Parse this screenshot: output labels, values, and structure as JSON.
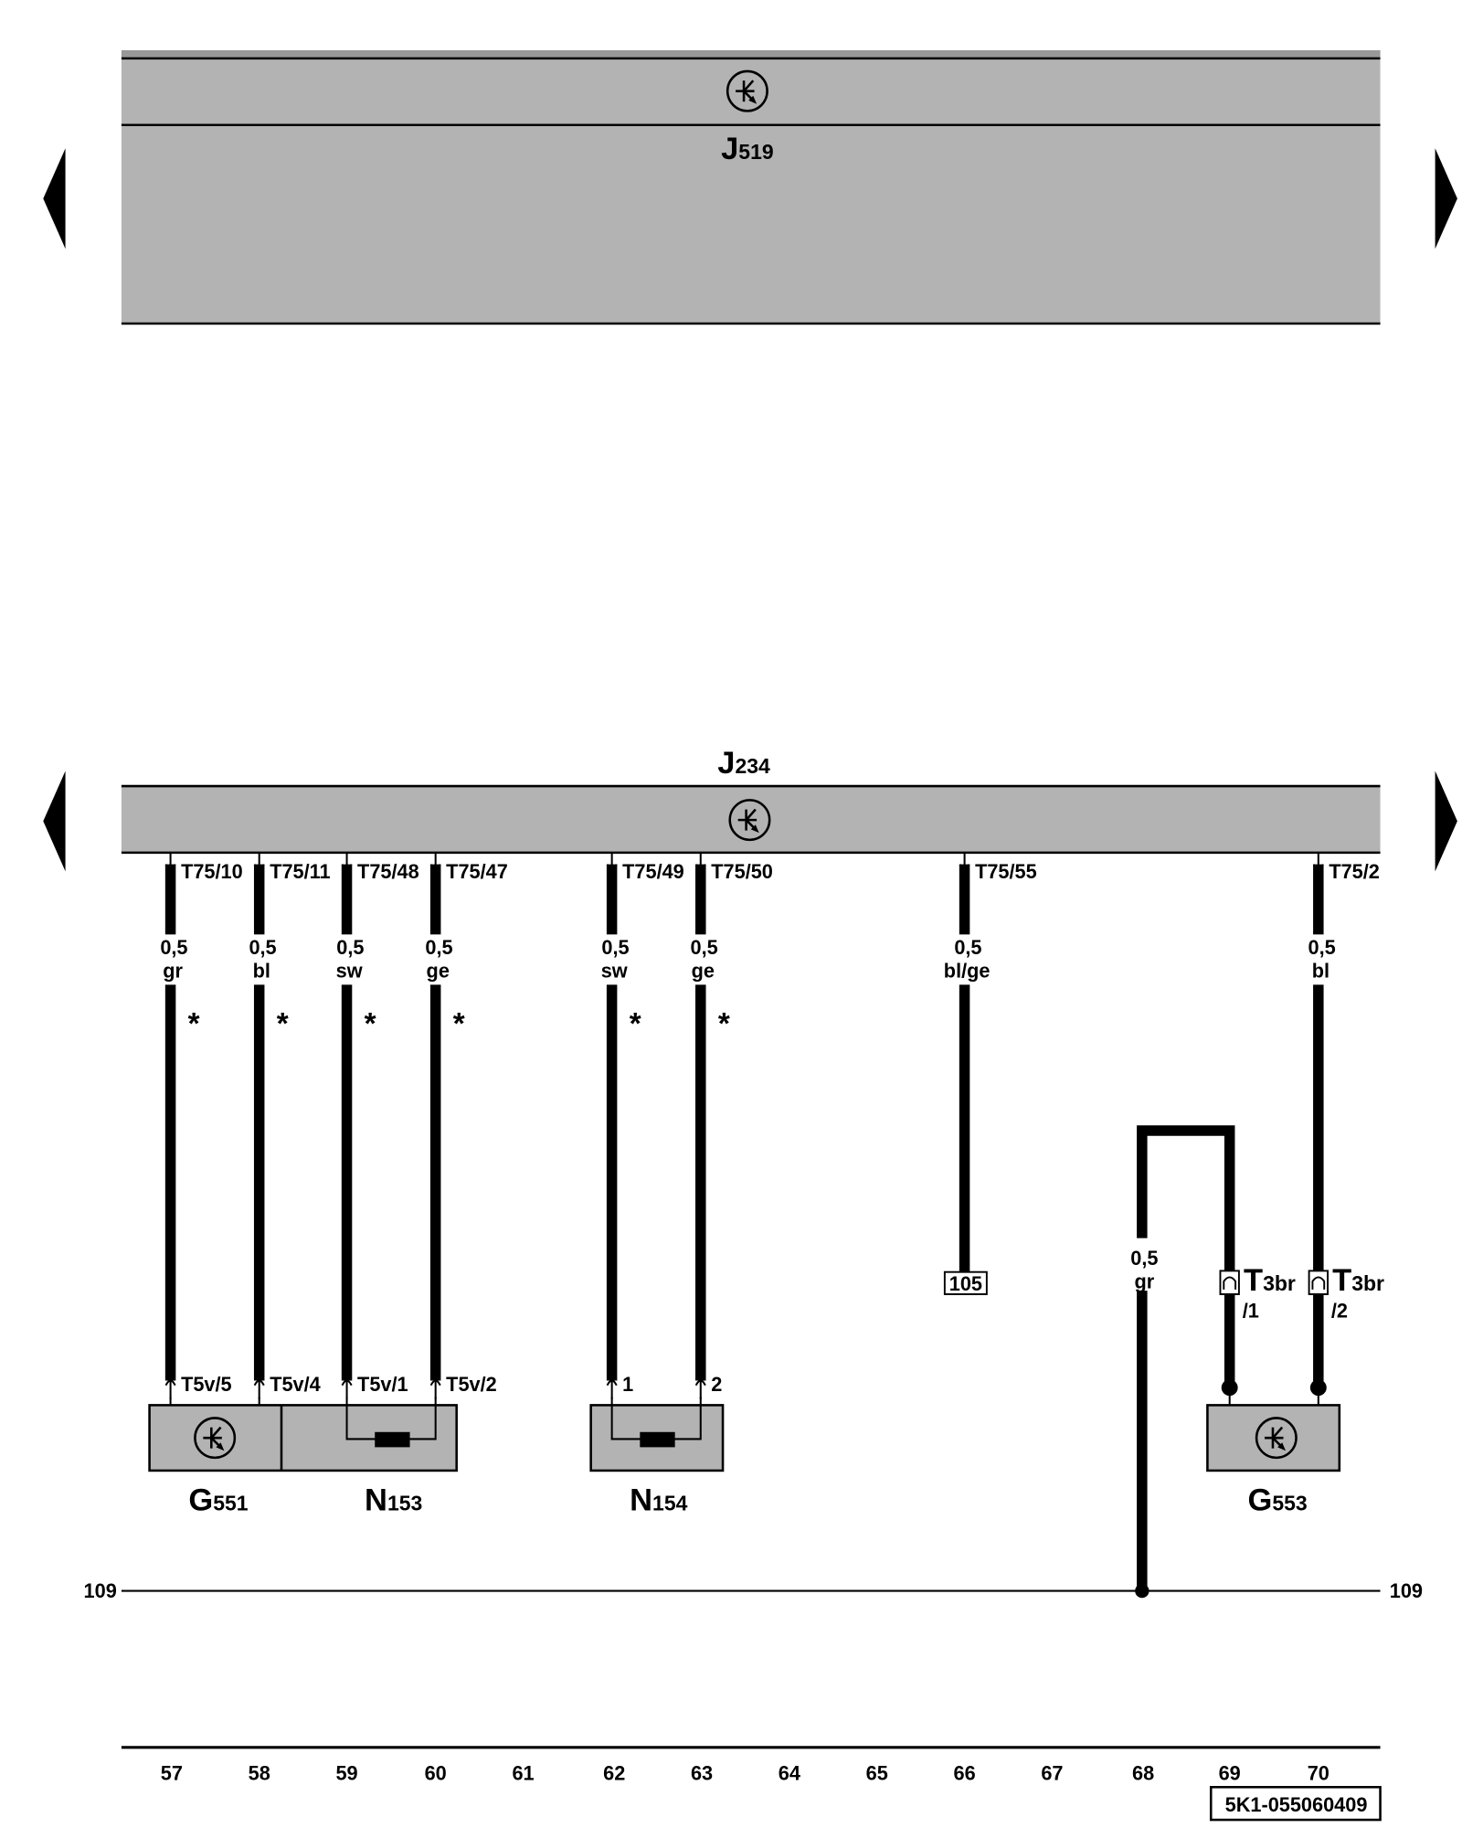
{
  "modules": {
    "top": {
      "letter": "J",
      "number": "519"
    },
    "middle": {
      "letter": "J",
      "number": "234"
    }
  },
  "wires": [
    {
      "pin": "T75/10",
      "size": "0,5",
      "color": "gr",
      "mark": "*",
      "end_pin": "T5v/5"
    },
    {
      "pin": "T75/11",
      "size": "0,5",
      "color": "bl",
      "mark": "*",
      "end_pin": "T5v/4"
    },
    {
      "pin": "T75/48",
      "size": "0,5",
      "color": "sw",
      "mark": "*",
      "end_pin": "T5v/1"
    },
    {
      "pin": "T75/47",
      "size": "0,5",
      "color": "ge",
      "mark": "*",
      "end_pin": "T5v/2"
    },
    {
      "pin": "T75/49",
      "size": "0,5",
      "color": "sw",
      "mark": "*",
      "end_pin": "1"
    },
    {
      "pin": "T75/50",
      "size": "0,5",
      "color": "ge",
      "mark": "*",
      "end_pin": "2"
    },
    {
      "pin": "T75/55",
      "size": "0,5",
      "color": "bl/ge",
      "ref": "105"
    },
    {
      "pin": "T75/2",
      "size": "0,5",
      "color": "bl",
      "connector": "T",
      "connector_sub": "3br",
      "connector_pin": "/2"
    }
  ],
  "ground_wire": {
    "size": "0,5",
    "color": "gr",
    "connector": "T",
    "connector_sub": "3br",
    "connector_pin": "/1"
  },
  "components": [
    {
      "letter": "G",
      "number": "551"
    },
    {
      "letter": "N",
      "number": "153"
    },
    {
      "letter": "N",
      "number": "154"
    },
    {
      "letter": "G",
      "number": "553"
    }
  ],
  "ground_line": {
    "left_label": "109",
    "right_label": "109"
  },
  "tracks": [
    "57",
    "58",
    "59",
    "60",
    "61",
    "62",
    "63",
    "64",
    "65",
    "66",
    "67",
    "68",
    "69",
    "70"
  ],
  "diagram_code": "5K1-055060409"
}
